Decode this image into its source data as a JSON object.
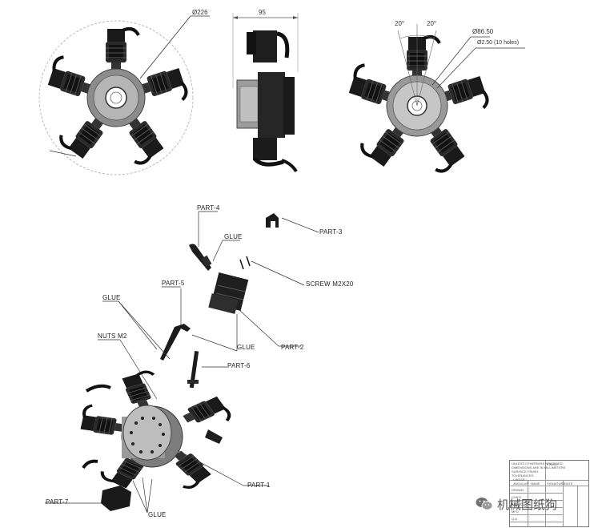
{
  "dimensions": {
    "diameter_226": "Ø226",
    "width_95": "95",
    "angle_left": "20°",
    "angle_right": "20°",
    "diameter_86_50": "Ø86.50",
    "hole_spec": "Ø2.50 (10 holes)"
  },
  "callouts": {
    "part_4": "PART-4",
    "glue_top": "GLUE",
    "part_3": "PART-3",
    "screw": "SCREW M2X20",
    "part_5": "PART-5",
    "glue_left": "GLUE",
    "nuts": "NUTS M2",
    "glue_mid": "GLUE",
    "part_2": "PART-2",
    "part_6": "PART-6",
    "part_1": "PART-1",
    "part_7": "PART-7",
    "glue_bottom": "GLUE"
  },
  "title_block": {
    "notes": "UNLESS OTHERWISE SPECIFIED:\nDIMENSIONS ARE IN MILLIMETERS\nSURFACE FINISH:\nTOLERANCES:\n  LINEAR:\n  ANGULAR:",
    "finish": "FINISH:",
    "name_col": "NAME",
    "signature_col": "SIGNATURE",
    "date_col": "DATE",
    "rows": [
      "DRAWN",
      "CHK'D",
      "APPV'D",
      "MFG",
      "Q.A"
    ]
  },
  "watermark": {
    "text": "机械图纸狗"
  }
}
